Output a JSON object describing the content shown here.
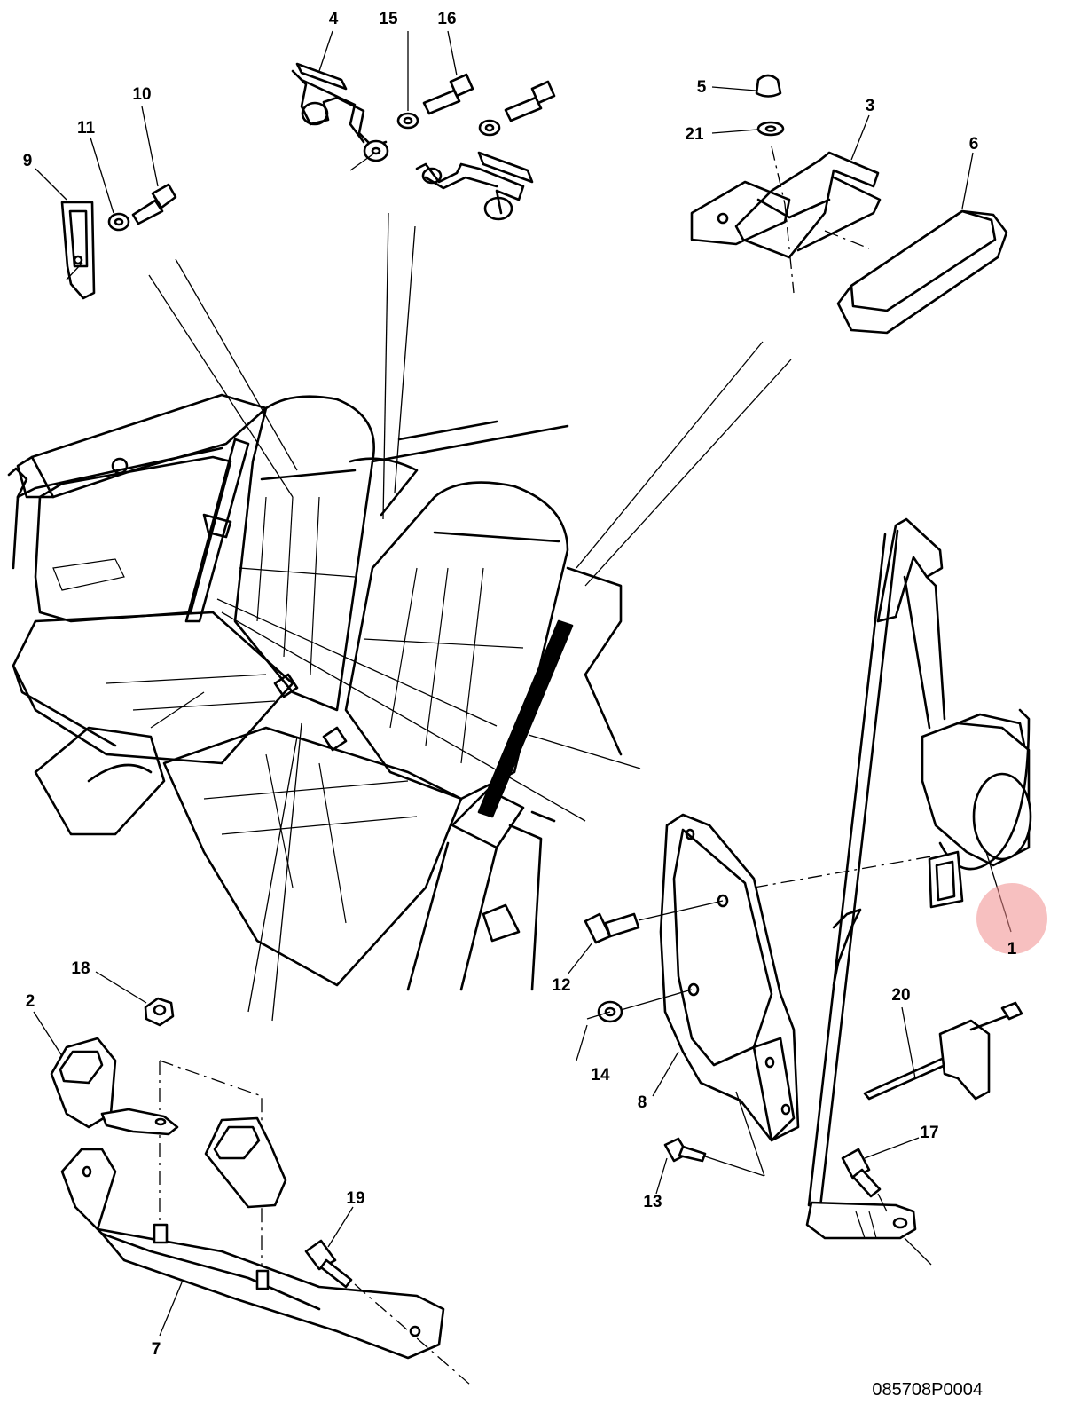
{
  "diagram": {
    "reference_code": "085708P0004",
    "highlight_color": "#f08c8c",
    "highlighted_callout": "1",
    "callouts": [
      {
        "id": "c1",
        "label": "1"
      },
      {
        "id": "c2",
        "label": "2"
      },
      {
        "id": "c3",
        "label": "3"
      },
      {
        "id": "c4",
        "label": "4"
      },
      {
        "id": "c5",
        "label": "5"
      },
      {
        "id": "c6",
        "label": "6"
      },
      {
        "id": "c7",
        "label": "7"
      },
      {
        "id": "c8",
        "label": "8"
      },
      {
        "id": "c9",
        "label": "9"
      },
      {
        "id": "c10",
        "label": "10"
      },
      {
        "id": "c11",
        "label": "11"
      },
      {
        "id": "c12",
        "label": "12"
      },
      {
        "id": "c13",
        "label": "13"
      },
      {
        "id": "c14",
        "label": "14"
      },
      {
        "id": "c15",
        "label": "15"
      },
      {
        "id": "c16",
        "label": "16"
      },
      {
        "id": "c17",
        "label": "17"
      },
      {
        "id": "c18",
        "label": "18"
      },
      {
        "id": "c19",
        "label": "19"
      },
      {
        "id": "c20",
        "label": "20"
      },
      {
        "id": "c21",
        "label": "21"
      }
    ]
  }
}
